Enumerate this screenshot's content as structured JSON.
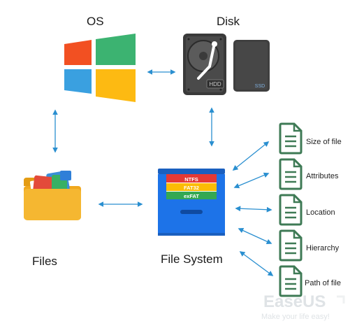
{
  "labels": {
    "os": "OS",
    "disk": "Disk",
    "files": "Files",
    "file_system": "File System"
  },
  "filesystems": [
    "NTFS",
    "FAT32",
    "exFAT"
  ],
  "drive_labels": {
    "hdd": "HDD",
    "ssd": "SSD"
  },
  "properties": [
    "Size of file",
    "Attributes",
    "Location",
    "Hierarchy",
    "Path of file"
  ],
  "watermark": {
    "brand": "EaseUS",
    "tagline": "Make your life easy!"
  },
  "colors": {
    "arrow": "#2a8fd0",
    "doc_icon": "#3e7a55",
    "win_red": "#f25022",
    "win_green": "#3cb371",
    "win_blue": "#3aa0e0",
    "win_yellow": "#fdba12",
    "cabinet": "#1d73e8",
    "folder": "#f5b731"
  }
}
